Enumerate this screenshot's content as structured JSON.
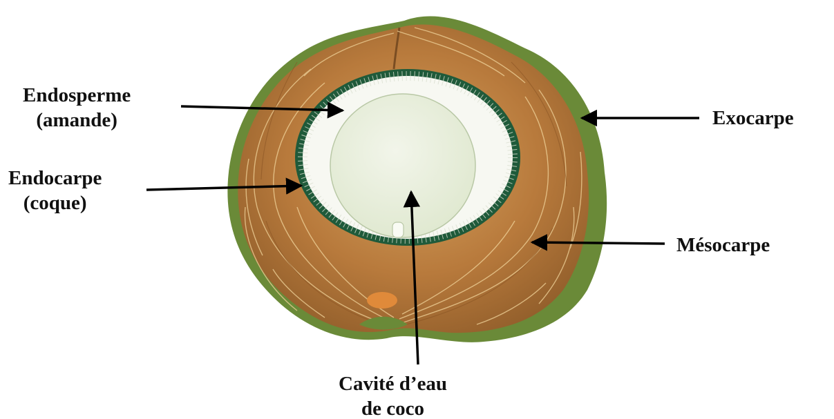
{
  "labels": {
    "endosperme": [
      "Endosperme",
      "(amande)"
    ],
    "endocarpe": [
      "Endocarpe",
      "(coque)"
    ],
    "exocarpe": "Exocarpe",
    "mesocarpe": "Mésocarpe",
    "cavite": [
      "Cavité d’eau",
      "de coco"
    ]
  },
  "colors": {
    "mesocarp_fiber": "#b8793a",
    "mesocarp_light": "#d9a866",
    "exocarp_green": "#5f7d32",
    "shell": "#1f5a3a",
    "meat": "#f6f8f1",
    "cavity": "#e4ecd7",
    "arrow": "#000000"
  }
}
